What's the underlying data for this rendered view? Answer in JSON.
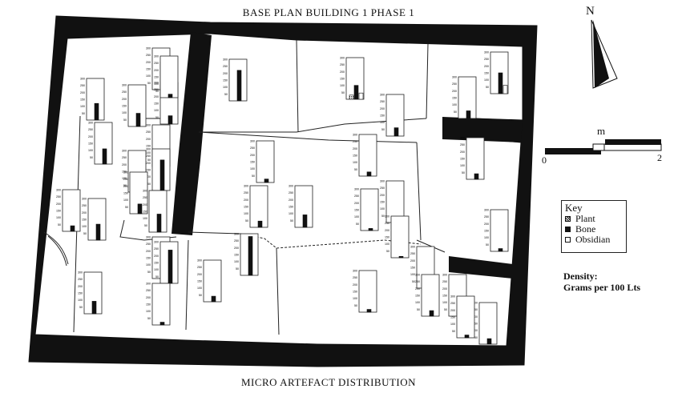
{
  "titles": {
    "top": "BASE PLAN BUILDING 1   PHASE 1",
    "bottom": "MICRO ARTEFACT DISTRIBUTION"
  },
  "north_label": "N",
  "scale": {
    "unit": "m",
    "start": "0",
    "end": "2"
  },
  "key": {
    "title": "Key",
    "items": [
      {
        "label": "Plant",
        "pattern": "hatched"
      },
      {
        "label": "Bone",
        "pattern": "solid"
      },
      {
        "label": "Obsidian",
        "pattern": "open"
      }
    ]
  },
  "density": {
    "line1": "Density:",
    "line2": "Grams per 100 Lts"
  },
  "chart_data": {
    "type": "bar",
    "categories": [
      "Plant",
      "Bone",
      "Obsidian"
    ],
    "ylim": [
      0,
      300
    ],
    "yticks": [
      "50",
      "100",
      "150",
      "200",
      "250",
      "300"
    ],
    "series": [
      {
        "values": [
          0,
          120,
          0
        ]
      },
      {
        "values": [
          0,
          200,
          0
        ]
      },
      {
        "values": [
          0,
          95,
          0
        ]
      },
      {
        "values": [
          0,
          60,
          0
        ]
      },
      {
        "values": [
          0,
          110,
          0
        ]
      },
      {
        "values": [
          0,
          120,
          0
        ]
      },
      {
        "values": [
          0,
          70,
          0
        ]
      },
      {
        "values": [
          0,
          220,
          0
        ]
      },
      {
        "values": [
          0,
          40,
          0
        ]
      },
      {
        "values": [
          0,
          115,
          0
        ]
      },
      {
        "values": [
          0,
          70,
          0
        ]
      },
      {
        "values": [
          0,
          130,
          0
        ]
      },
      {
        "values": [
          0,
          100,
          0
        ]
      },
      {
        "values": [
          0,
          240,
          0
        ]
      },
      {
        "values": [
          0,
          90,
          0
        ]
      },
      {
        "values": [
          0,
          20,
          0
        ]
      },
      {
        "values": [
          0,
          25,
          0
        ]
      },
      {
        "values": [
          0,
          45,
          0
        ]
      },
      {
        "values": [
          0,
          90,
          0
        ]
      },
      {
        "values": [
          0,
          220,
          0
        ]
      },
      {
        "values": [
          30,
          100,
          45
        ]
      },
      {
        "values": [
          0,
          280,
          0
        ]
      },
      {
        "values": [
          0,
          60,
          0
        ]
      },
      {
        "values": [
          0,
          30,
          0
        ]
      },
      {
        "values": [
          0,
          15,
          0
        ]
      },
      {
        "values": [
          0,
          20,
          0
        ]
      },
      {
        "values": [
          0,
          40,
          0
        ]
      },
      {
        "values": [
          0,
          20,
          0
        ]
      },
      {
        "values": [
          0,
          55,
          0
        ]
      },
      {
        "values": [
          0,
          150,
          60
        ]
      },
      {
        "values": [
          0,
          40,
          0
        ]
      },
      {
        "values": [
          0,
          20,
          0
        ]
      },
      {
        "values": [
          0,
          15,
          0
        ]
      },
      {
        "values": [
          0,
          40,
          0
        ]
      },
      {
        "values": [
          0,
          45,
          30
        ]
      },
      {
        "values": [
          0,
          40,
          0
        ]
      },
      {
        "values": [
          0,
          20,
          0
        ]
      },
      {
        "values": [
          0,
          10,
          0
        ]
      },
      {
        "values": [
          0,
          25,
          0
        ]
      }
    ]
  }
}
